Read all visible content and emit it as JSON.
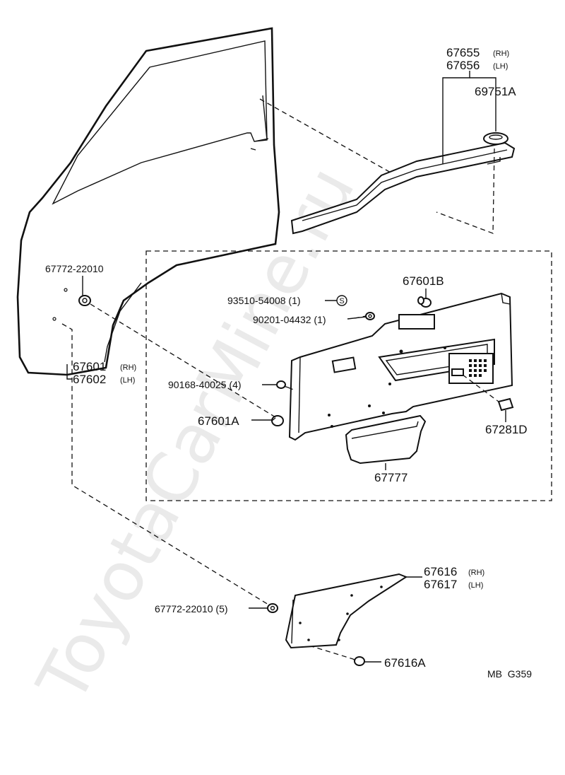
{
  "watermark": "ToyotaCarMine.ru",
  "labels": {
    "p67655": "67655",
    "p67655_side": "(RH)",
    "p67656": "67656",
    "p67656_side": "(LH)",
    "p69751A": "69751A",
    "p67772_top": "67772-22010",
    "p67601B": "67601B",
    "p93510": "93510-54008 (1)",
    "p93510_symbol": "S",
    "p90201": "90201-04432 (1)",
    "p67601": "67601",
    "p67601_side": "(RH)",
    "p67602": "67602",
    "p67602_side": "(LH)",
    "p90168": "90168-40025 (4)",
    "p67601A": "67601A",
    "p67281D": "67281D",
    "p67777": "67777",
    "p67616": "67616",
    "p67616_side": "(RH)",
    "p67617": "67617",
    "p67617_side": "(LH)",
    "p67772_bottom": "67772-22010 (5)",
    "p67616A": "67616A",
    "code": "MB  G359"
  }
}
